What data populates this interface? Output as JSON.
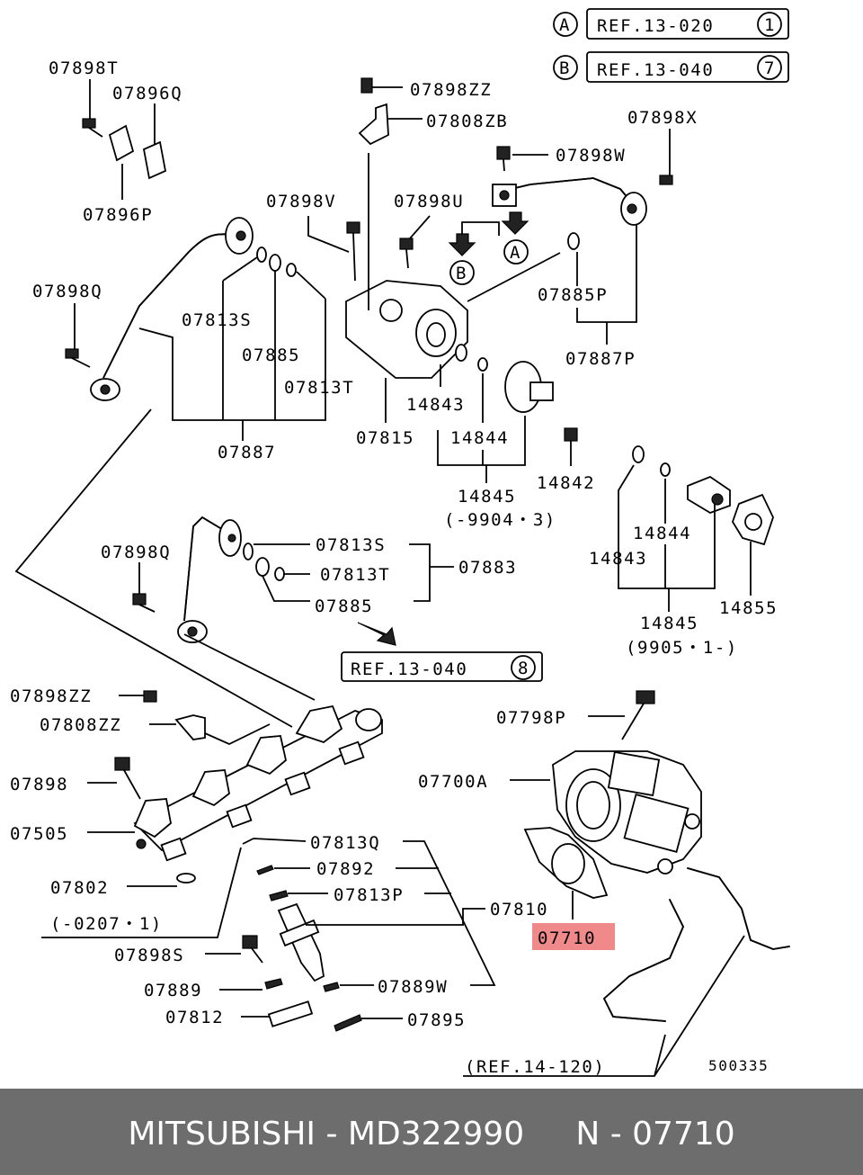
{
  "refs": {
    "a_marker": "A",
    "a_text": "REF.13-020",
    "a_num": "1",
    "b_marker": "B",
    "b_text": "REF.13-040",
    "b_num": "7",
    "mid_text": "REF.13-040",
    "mid_num": "8",
    "bottom": "(REF.14-120)"
  },
  "labels": {
    "p07898T": "07898T",
    "p07896Q": "07896Q",
    "p07896P": "07896P",
    "p07898ZZ_top": "07898ZZ",
    "p07808ZB": "07808ZB",
    "p07898X": "07898X",
    "p07898W": "07898W",
    "p07898V": "07898V",
    "p07898U": "07898U",
    "p07898Q_top": "07898Q",
    "p07813S_top": "07813S",
    "p07885_top": "07885",
    "p07813T_top": "07813T",
    "p07887": "07887",
    "p07815": "07815",
    "p07885P": "07885P",
    "p07887P": "07887P",
    "p14843_a": "14843",
    "p14844_a": "14844",
    "p14845_a": "14845",
    "p14845_a_range": "(-9904・3)",
    "p14842": "14842",
    "p14844_b": "14844",
    "p14843_b": "14843",
    "p14855": "14855",
    "p14845_b": "14845",
    "p14845_b_range": "(9905・1-)",
    "p07898Q_mid": "07898Q",
    "p07813S_mid": "07813S",
    "p07813T_mid": "07813T",
    "p07883": "07883",
    "p07885_mid": "07885",
    "p07898ZZ_low": "07898ZZ",
    "p07808ZZ": "07808ZZ",
    "p07898": "07898",
    "p07505": "07505",
    "p07802": "07802",
    "range_0207": "(-0207・1)",
    "p07898S": "07898S",
    "p07889": "07889",
    "p07812": "07812",
    "p07813Q": "07813Q",
    "p07892": "07892",
    "p07813P": "07813P",
    "p07810": "07810",
    "p07889W": "07889W",
    "p07895": "07895",
    "p07798P": "07798P",
    "p07700A": "07700A",
    "p07710": "07710",
    "code": "500335"
  },
  "highlight_color": "#f08a8a",
  "footer": {
    "text": "MITSUBISHI - MD322990     N - 07710",
    "bg": "#6d6d6d"
  }
}
